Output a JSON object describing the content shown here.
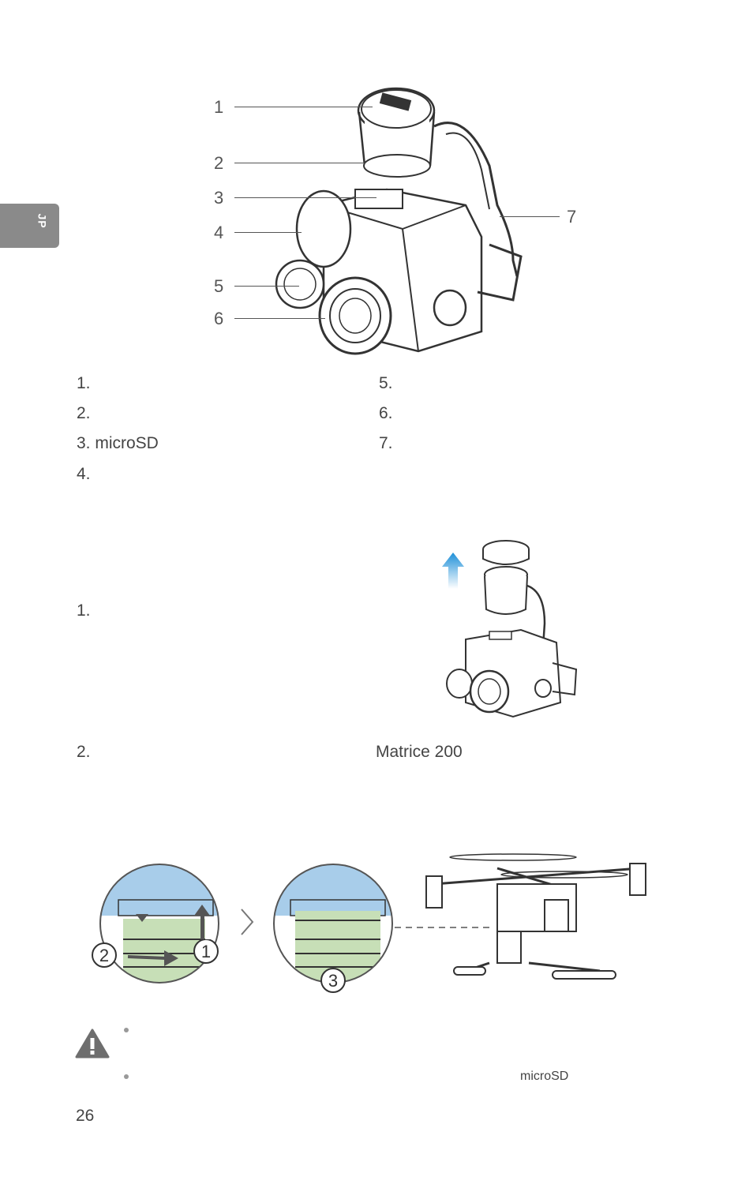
{
  "side_tab": {
    "label": "JP"
  },
  "callouts": [
    "1",
    "2",
    "3",
    "4",
    "5",
    "6",
    "7"
  ],
  "parts_list": {
    "left": [
      "1.",
      "2.",
      "3. microSD",
      "4."
    ],
    "right": [
      "5.",
      "6.",
      "7."
    ]
  },
  "steps": {
    "step1": "1.",
    "step2_num": "2.",
    "step2_text": "Matrice 200"
  },
  "step_markers": [
    "1",
    "2",
    "3"
  ],
  "warnings": {
    "bullet1": "",
    "bullet2": "microSD"
  },
  "page_number": "26",
  "colors": {
    "arrow_blue": "#1e90d8",
    "ring_blue": "#a8cdea",
    "ring_green": "#c7dfb7",
    "tab_gray": "#8a8a8a"
  }
}
